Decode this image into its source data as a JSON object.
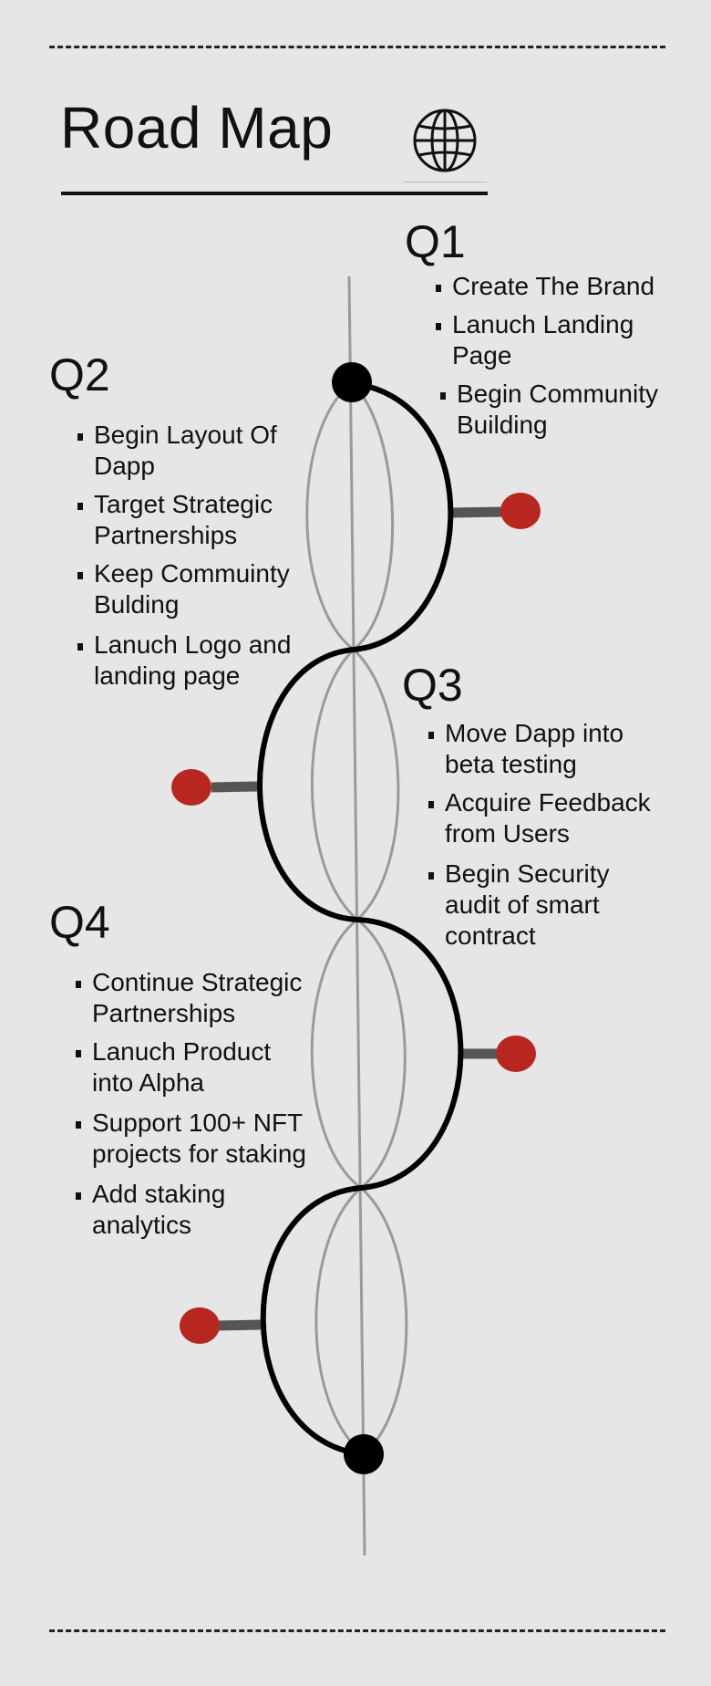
{
  "title": "Road Map",
  "icons": {
    "globe": "globe-icon"
  },
  "colors": {
    "background": "#e6e6e6",
    "curve": "#000000",
    "guide": "#9a9a9a",
    "marker": "#b8271f",
    "stem": "#555555"
  },
  "quarters": [
    {
      "label": "Q1",
      "items": [
        "Create The Brand",
        "Lanuch Landing Page",
        "Begin Community Building"
      ]
    },
    {
      "label": "Q2",
      "items": [
        "Begin Layout Of Dapp",
        "Target Strategic Partnerships",
        "Keep Commuinty Bulding",
        "Lanuch Logo and landing page"
      ]
    },
    {
      "label": "Q3",
      "items": [
        "Move Dapp into beta testing",
        "Acquire Feedback from Users",
        "Begin Security audit of smart contract"
      ]
    },
    {
      "label": "Q4",
      "items": [
        "Continue Strategic Partnerships",
        "Lanuch Product into Alpha",
        "Support 100+ NFT projects for staking",
        "Add staking analytics"
      ]
    }
  ]
}
